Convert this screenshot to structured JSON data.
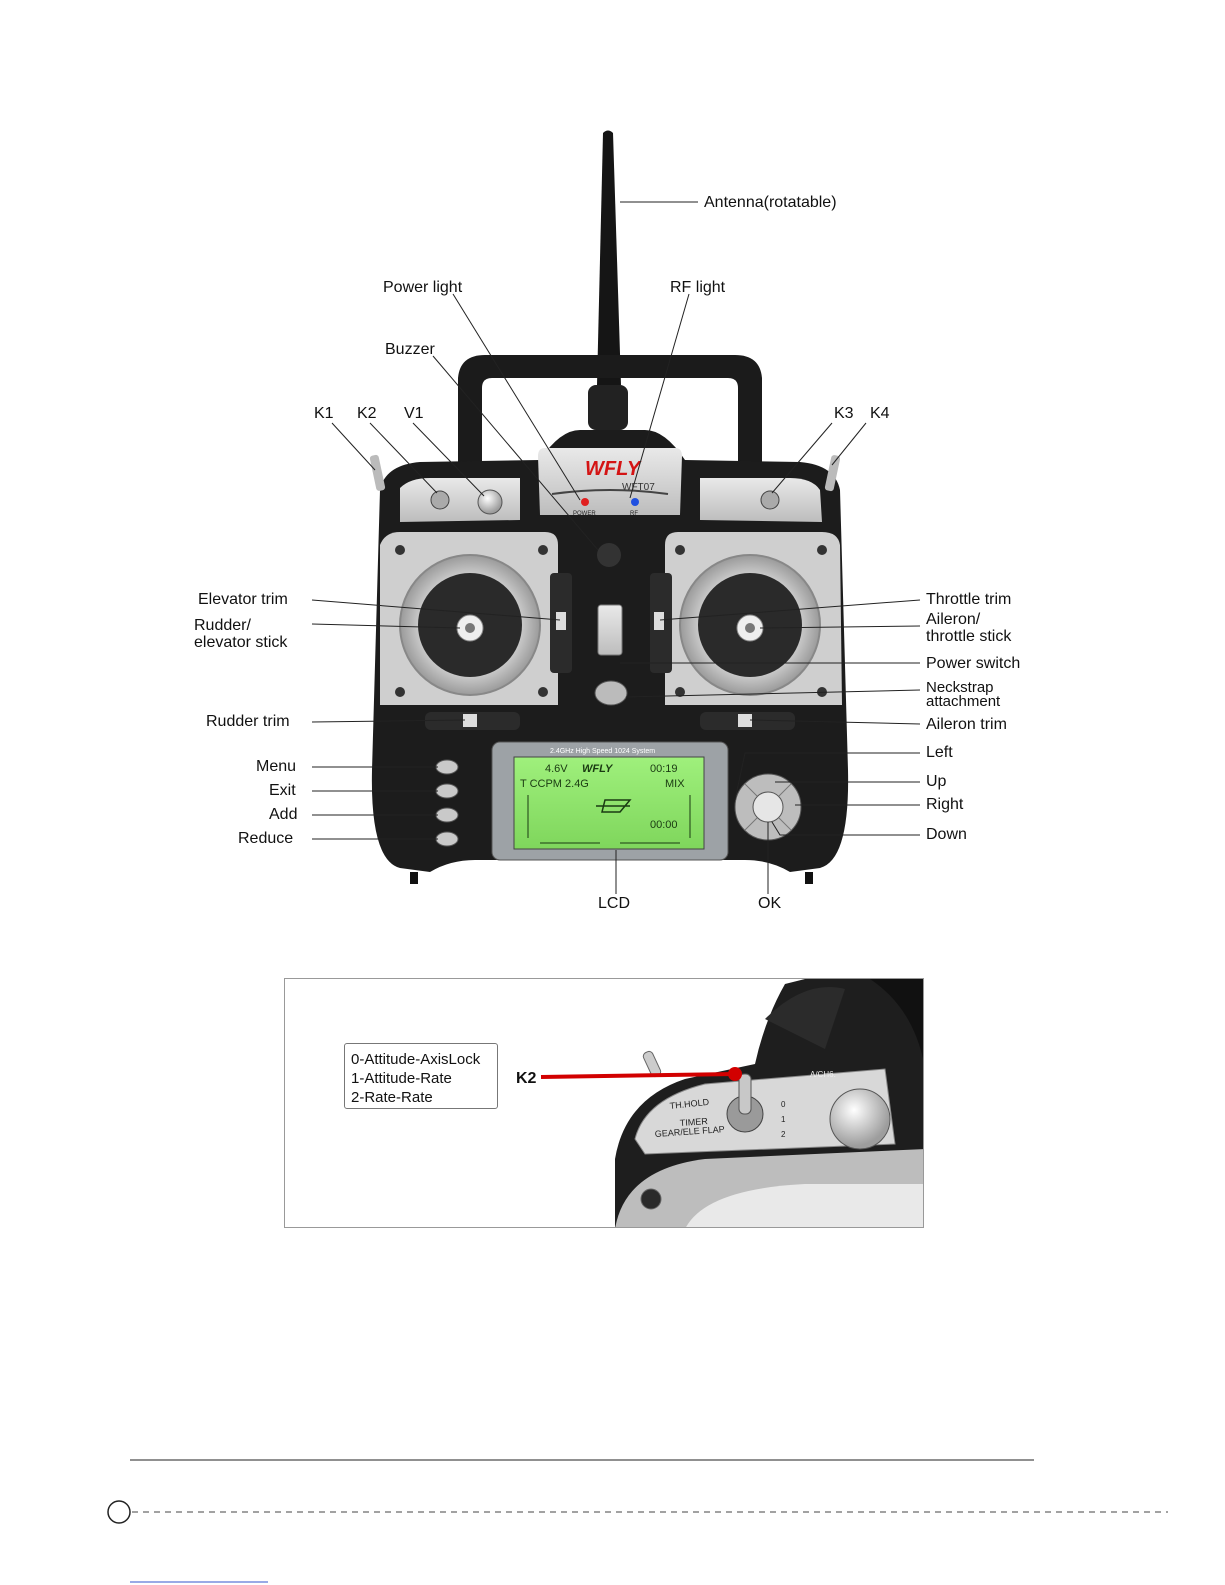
{
  "main_figure": {
    "brand": "WFLY",
    "model": "WFT07",
    "panel_power_caption": "POWER",
    "panel_rf_caption": "RF",
    "lcd_header": "2.4GHz High Speed 1024 System",
    "lcd_line1": "4.6V",
    "lcd_brand": "WFLY",
    "lcd_timer1": "00:19",
    "lcd_line2": "T CCPM 2.4G",
    "lcd_mix": "MIX",
    "lcd_timer2": "00:00",
    "labels": {
      "antenna": "Antenna(rotatable)",
      "power_light": "Power light",
      "rf_light": "RF light",
      "buzzer": "Buzzer",
      "k1": "K1",
      "k2": "K2",
      "v1": "V1",
      "k3": "K3",
      "k4": "K4",
      "elevator_trim": "Elevator trim",
      "rudder_elevator_stick_1": "Rudder/",
      "rudder_elevator_stick_2": "elevator stick",
      "throttle_trim": "Throttle trim",
      "aileron_throttle_stick_1": "Aileron/",
      "aileron_throttle_stick_2": "throttle stick",
      "power_switch": "Power switch",
      "neckstrap_1": "Neckstrap",
      "neckstrap_2": "attachment",
      "rudder_trim": "Rudder trim",
      "aileron_trim": "Aileron trim",
      "menu": "Menu",
      "exit": "Exit",
      "add": "Add",
      "reduce": "Reduce",
      "left": "Left",
      "up": "Up",
      "right": "Right",
      "down": "Down",
      "lcd": "LCD",
      "ok": "OK"
    }
  },
  "detail_figure": {
    "callout": "K2",
    "legend": [
      "0-Attitude-AxisLock",
      "1-Attitude-Rate",
      "2-Rate-Rate"
    ],
    "switch_labels": {
      "th_hold": "TH.HOLD",
      "timer": "TIMER",
      "gear": "GEAR/ELE FLAP",
      "ach6": "A/CH6.",
      "pos0": "0",
      "pos1": "1",
      "pos2": "2"
    }
  },
  "colors": {
    "lcd_green": "#8ee06a",
    "body_black": "#1c1c1c",
    "silver": "#d6d6d6",
    "callout_red": "#d20000"
  }
}
